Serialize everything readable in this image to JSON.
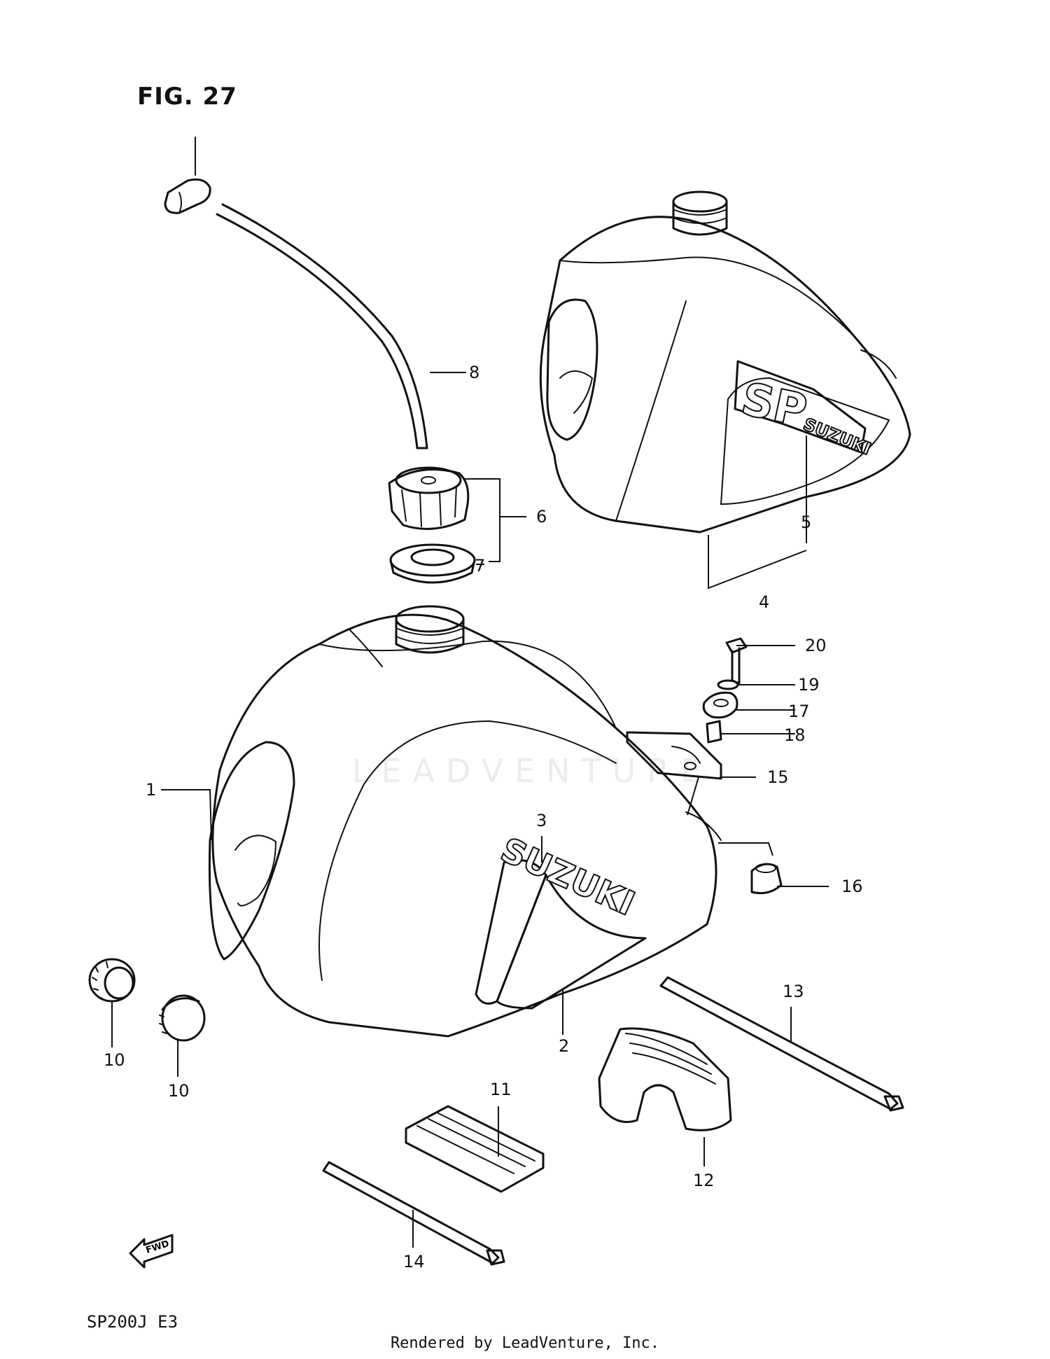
{
  "figure": {
    "title": "FIG. 27"
  },
  "footer": {
    "model": "SP200J  E3",
    "credit": "Rendered by LeadVenture, Inc."
  },
  "watermark": "LEADVENTURE",
  "decals": {
    "brand": "SUZUKI",
    "model_badge": "SP"
  },
  "orientation": {
    "fwd_label": "FWD"
  },
  "callouts": {
    "c1": "1",
    "c2": "2",
    "c3": "3",
    "c4": "4",
    "c5": "5",
    "c6": "6",
    "c7": "7",
    "c8": "8",
    "c10a": "10",
    "c10b": "10",
    "c11": "11",
    "c12": "12",
    "c13": "13",
    "c14": "14",
    "c15": "15",
    "c16": "16",
    "c17": "17",
    "c18": "18",
    "c19": "19",
    "c20": "20"
  }
}
